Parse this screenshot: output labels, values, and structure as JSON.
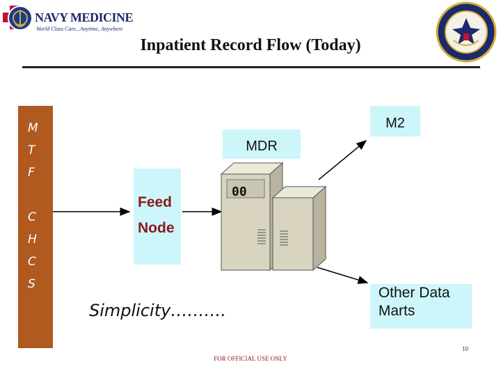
{
  "header": {
    "logo_text": "NAVY MEDICINE",
    "logo_subtext": "World Class Care...Anytime, Anywhere",
    "title": "Inpatient Record Flow (Today)"
  },
  "mtf": {
    "letters": [
      "M",
      "T",
      "F",
      "C",
      "H",
      "C",
      "S"
    ]
  },
  "nodes": {
    "m2": "M2",
    "mdr": "MDR",
    "feed_node_line1": "Feed",
    "feed_node_line2": "Node",
    "other_data_marts": " Other Data\n Marts",
    "server_display": "00"
  },
  "caption": "Simplicity……….",
  "footer": {
    "classification": "FOR OFFICIAL USE ONLY",
    "page_number": "10"
  },
  "colors": {
    "mtf_bar": "#b05a1f",
    "box_fill": "#ccf6fa",
    "feed_text": "#8b1a1a",
    "server": "#d8d4c0"
  }
}
